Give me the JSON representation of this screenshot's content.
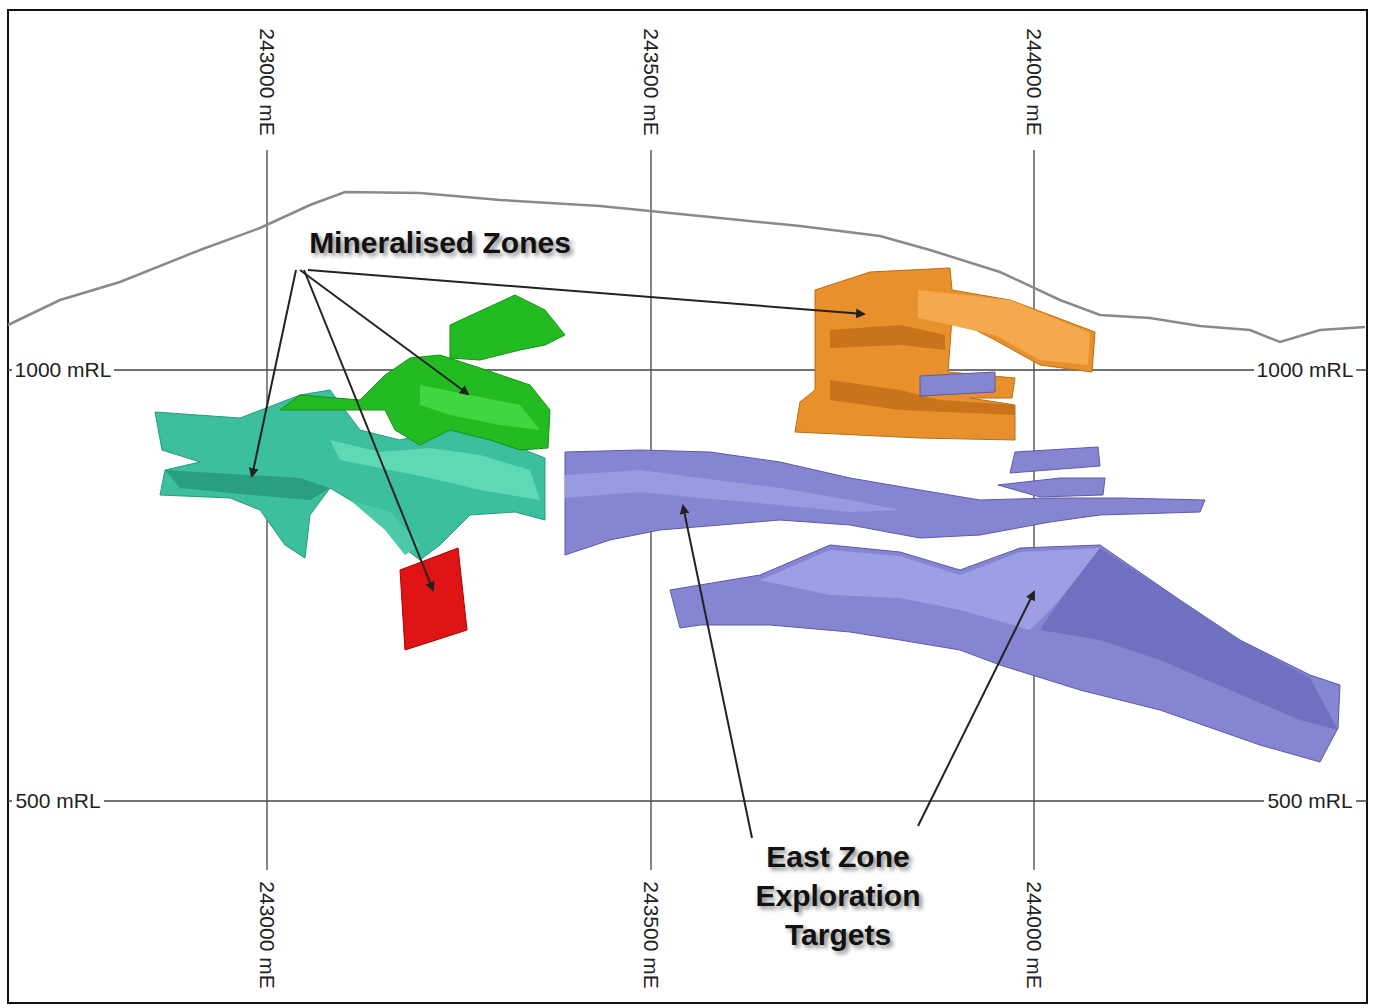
{
  "diagram": {
    "labels": [
      "243000 mE",
      "243500 mE",
      "244000 mE",
      "Mineralised Zones",
      "1000 mRL",
      "1000 mRL",
      "500 mRL",
      "500 mRL",
      "East Zone Exploration Targets",
      "243000 mE",
      "243500 mE",
      "244000 mE"
    ]
  }
}
